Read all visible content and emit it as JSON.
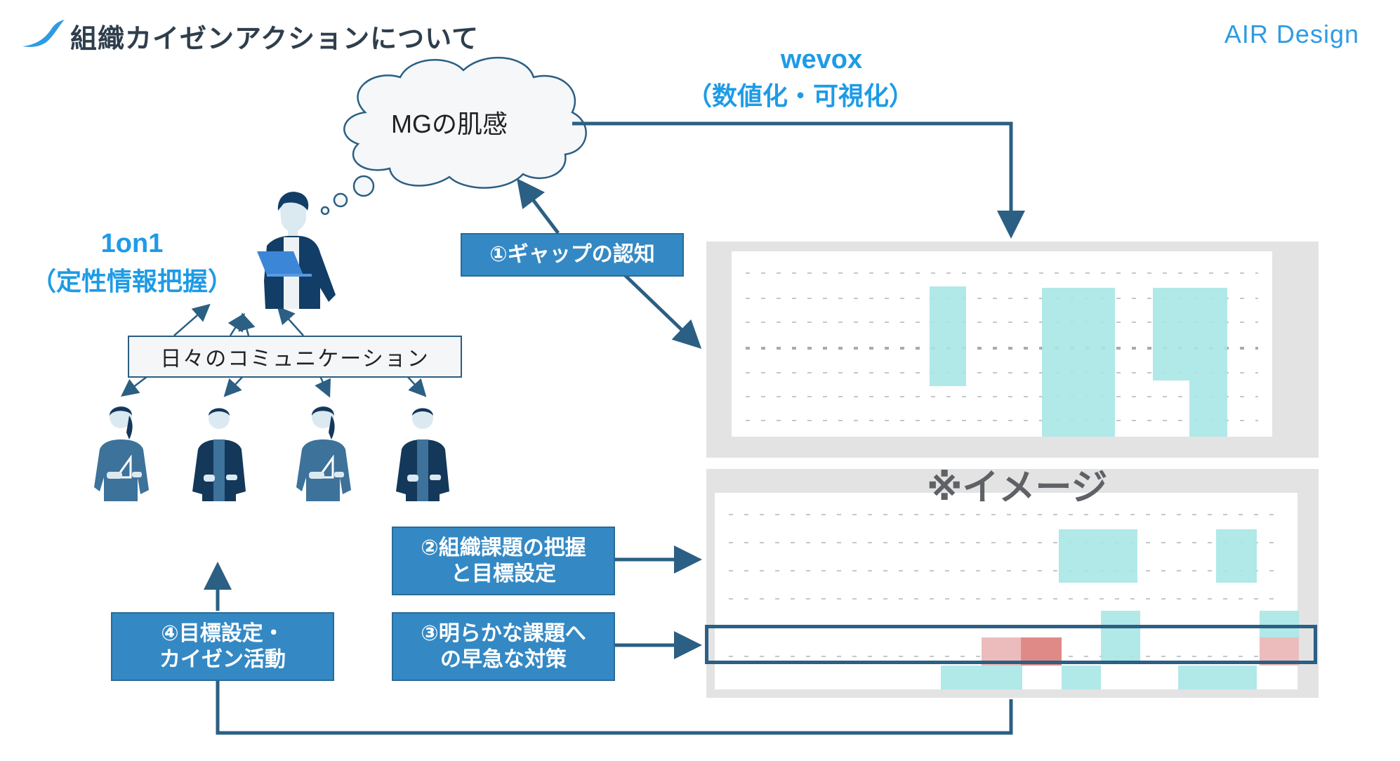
{
  "header": {
    "title": "組織カイゼンアクションについて",
    "brand": "AIR Design",
    "logo_icon": "swoosh-icon"
  },
  "colors": {
    "accent_blue": "#1e9be6",
    "step_box": "#3489c4",
    "arrow": "#2b5f83",
    "heat_teal": "#a9e5e6",
    "heat_pink": "#ecbcbd",
    "heat_red": "#e08a87"
  },
  "tools": {
    "wevox": {
      "name": "wevox",
      "description": "（数値化・可視化）"
    },
    "oneonone": {
      "name": "1on1",
      "description": "（定性情報把握）"
    }
  },
  "cloud": {
    "text": "MGの肌感"
  },
  "communication": {
    "label": "日々のコミュニケーション"
  },
  "steps": [
    {
      "label_line1": "①ギャップの認知",
      "label_line2": ""
    },
    {
      "label_line1": "②組織課題の把握",
      "label_line2": "と目標設定"
    },
    {
      "label_line1": "③明らかな課題へ",
      "label_line2": "の早急な対策"
    },
    {
      "label_line1": "④目標設定・",
      "label_line2": "カイゼン活動"
    }
  ],
  "people": {
    "manager": {
      "icon": "manager-with-laptop-icon"
    },
    "members": [
      {
        "icon": "female-member-icon"
      },
      {
        "icon": "male-member-icon"
      },
      {
        "icon": "female-member-icon"
      },
      {
        "icon": "male-member-icon"
      }
    ]
  },
  "screenshots": {
    "note": "※イメージ"
  }
}
